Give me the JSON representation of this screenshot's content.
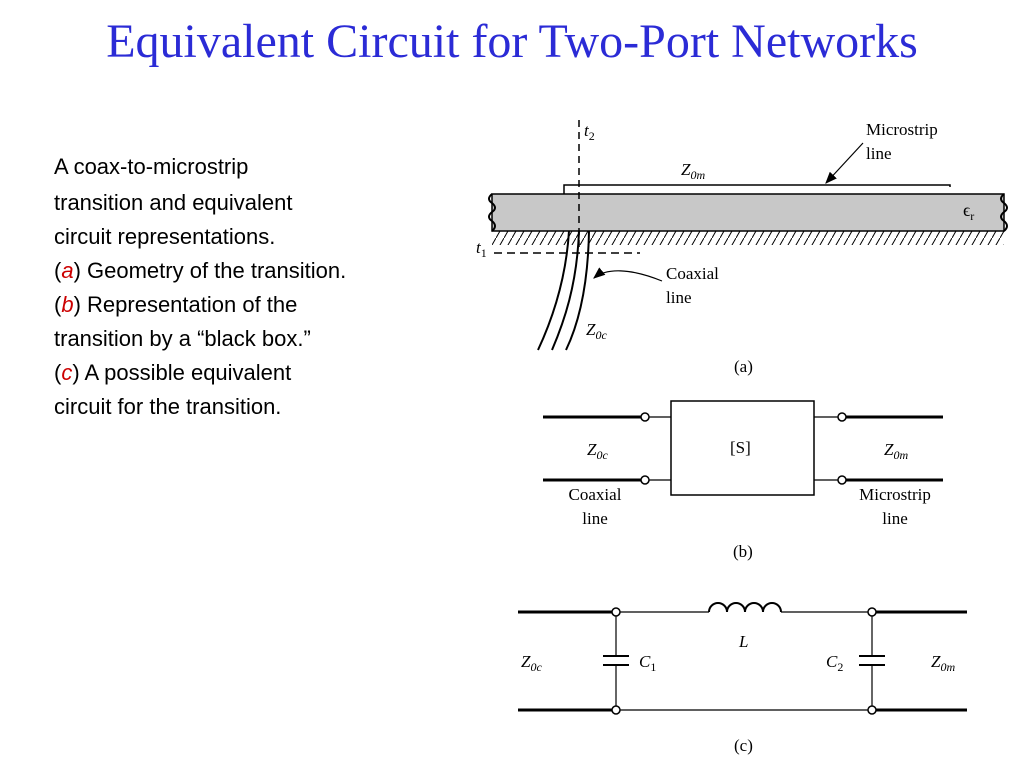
{
  "title": "Equivalent Circuit for Two-Port Networks",
  "caption": {
    "line1": "A  coax-to-microstrip",
    "line2": "transition and equivalent",
    "line3": "circuit representations.",
    "a_letter": "a",
    "a_text": " Geometry of the transition.",
    "b_letter": "b",
    "b_text": " Representation of the",
    "b_text2": "transition by a “black box.”",
    "c_letter": "c",
    "c_text": " A possible equivalent",
    "c_text2": "circuit for the transition."
  },
  "figure_a": {
    "t2": "t",
    "t2_sub": "2",
    "t1": "t",
    "t1_sub": "1",
    "z0m": "Z",
    "z0m_sub": "0m",
    "microstrip_line1": "Microstrip",
    "microstrip_line2": "line",
    "er": "ϵ",
    "er_sub": "r",
    "coax_line1": "Coaxial",
    "coax_line2": "line",
    "z0c": "Z",
    "z0c_sub": "0c",
    "label": "(a)"
  },
  "figure_b": {
    "z0c": "Z",
    "z0c_sub": "0c",
    "s": "[S]",
    "z0m": "Z",
    "z0m_sub": "0m",
    "coax_line1": "Coaxial",
    "coax_line2": "line",
    "micro_line1": "Microstrip",
    "micro_line2": "line",
    "label": "(b)"
  },
  "figure_c": {
    "z0c": "Z",
    "z0c_sub": "0c",
    "c1": "C",
    "c1_sub": "1",
    "L": "L",
    "c2": "C",
    "c2_sub": "2",
    "z0m": "Z",
    "z0m_sub": "0m",
    "label": "(c)"
  }
}
